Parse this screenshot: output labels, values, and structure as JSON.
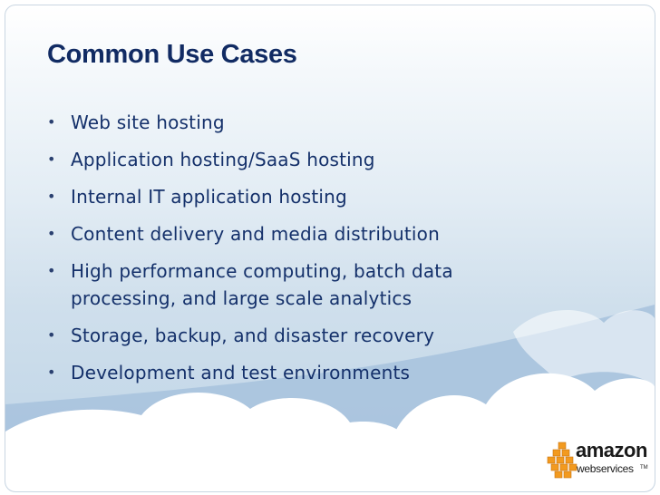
{
  "slide": {
    "title": "Common Use Cases",
    "bullets": [
      {
        "lines": [
          "Web site hosting"
        ]
      },
      {
        "lines": [
          "Application hosting/SaaS hosting"
        ]
      },
      {
        "lines": [
          "Internal IT application hosting"
        ]
      },
      {
        "lines": [
          "Content delivery and media distribution"
        ]
      },
      {
        "lines": [
          "High performance computing, batch data",
          "processing, and large scale analytics"
        ]
      },
      {
        "lines": [
          "Storage, backup, and disaster recovery"
        ]
      },
      {
        "lines": [
          "Development and test environments"
        ]
      }
    ],
    "bullet_glyph": "•"
  },
  "logo": {
    "text_main": "amazon",
    "text_sub": "webservices",
    "trademark": "TM",
    "icon": "aws-cubes-icon"
  },
  "colors": {
    "title": "#112b63",
    "body_text": "#14306a",
    "cloud_fill": "#ffffff",
    "sky_dark": "#9bb8d8",
    "logo_orange": "#f29a1f"
  }
}
